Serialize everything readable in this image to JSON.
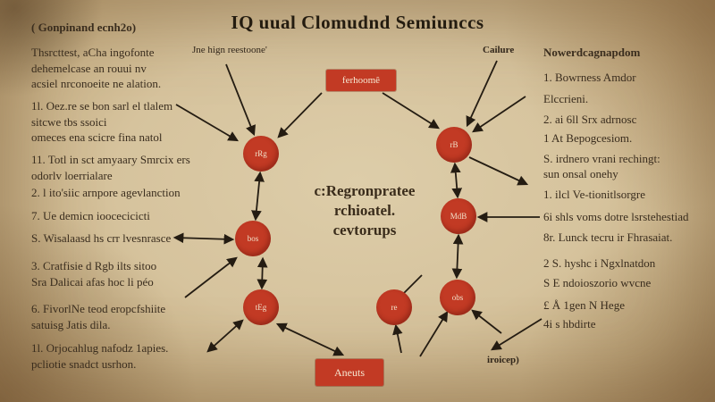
{
  "title": "IQ uual Clomudnd Semiunccs",
  "left_column": {
    "header": "( Gonpinand ecnh2o)",
    "items": [
      "Thsrcttest, aCha ingofonte\ndehemelcase an rouui nv\nacsiel nrconoeite ne alation.",
      "1l. Oez.re se bon sarl el tlalem\nsitcwe tbs ssoici\nomeces ena scicre fina natol",
      "11. Totl in sct amyaary Smrcix ers\nodorlv loerrialare",
      "2. l ito'siic arnpore agevlanction",
      "7. Ue demicn ioocecicicti",
      "S. Wisalaasd hs crr lvesnrasce",
      "3. Cratfisie d Rgb ilts sitoo\nSra Dalicai afas hoc li péo",
      "6. FivorlNe teod eropcfshiite\nsatuisg Jatis dila.",
      "1l. Orjocahlug nafodz 1apies.\npcliotie snadct usrhon."
    ]
  },
  "right_column": {
    "header": "Nowerdcagnapdom",
    "items": [
      "1. Bowrness Amdor",
      "Elccrieni.",
      "2. ai 6ll Srx adrnosc",
      "1 At Bepogcesiom.",
      "S. irdnero vrani rechingt:\nsun onsal onehy",
      "1. ilcl Ve-tionitlsorgre",
      "6i shls voms dotre lsrstehestiad",
      "8r. Lunck tecru ir Fhrasaiat.",
      "2 S. hyshc i Ngxlnatdon",
      "S E ndoioszorio wvcne",
      "£ Å 1gen N Hege",
      "4i s hbdirte"
    ]
  },
  "diagram": {
    "top_box": "ferhoomê",
    "bottom_box": "Aneuts",
    "center_label": "c:Regronpratee\nrchioatel.\ncevtorups",
    "labels": {
      "top_left": "Jne hign reestoone'",
      "top_right": "Cailure",
      "bottom_right": "iroicep)"
    },
    "nodes": [
      {
        "label": "rRg"
      },
      {
        "label": "rB"
      },
      {
        "label": "bos"
      },
      {
        "label": "MdB"
      },
      {
        "label": "tEg"
      },
      {
        "label": "re"
      },
      {
        "label": "obs"
      }
    ]
  },
  "colors": {
    "accent_red": "#c23a24",
    "ink": "#241c12",
    "paper": "#d6c39d"
  }
}
